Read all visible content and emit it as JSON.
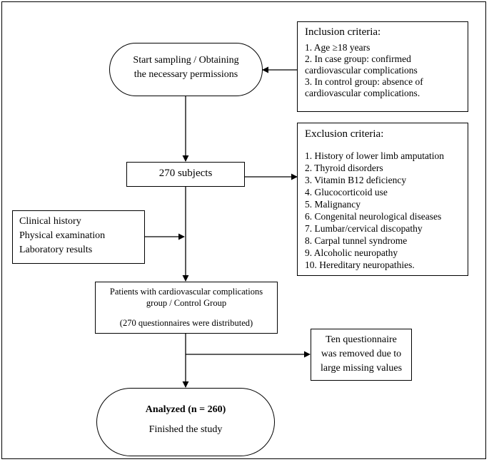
{
  "start": {
    "line1": "Start sampling / Obtaining",
    "line2": "the necessary permissions"
  },
  "inclusion": {
    "title": "Inclusion criteria:",
    "lines": [
      "1. Age ≥18 years",
      "2. In case group: confirmed",
      "cardiovascular complications",
      "3. In control group: absence of",
      "cardiovascular complications."
    ]
  },
  "subjects": {
    "label": "270 subjects"
  },
  "exclusion": {
    "title": "Exclusion criteria:",
    "items": [
      "1. History of lower limb amputation",
      "2. Thyroid disorders",
      "3. Vitamin B12 deficiency",
      "4. Glucocorticoid use",
      "5. Malignancy",
      "6. Congenital neurological diseases",
      "7. Lumbar/cervical discopathy",
      "8. Carpal tunnel syndrome",
      "9. Alcoholic neuropathy",
      "10. Hereditary neuropathies."
    ]
  },
  "clinical": {
    "lines": [
      "Clinical history",
      "Physical examination",
      "Laboratory results"
    ]
  },
  "groups": {
    "line1": "Patients with cardiovascular complications",
    "line2": "group / Control Group",
    "line3": "(270 questionnaires were distributed)"
  },
  "removed": {
    "lines": [
      "Ten questionnaire",
      "was removed due to",
      "large missing values"
    ]
  },
  "analyzed": {
    "title": "Analyzed (n = 260)",
    "subtitle": "Finished the study"
  }
}
